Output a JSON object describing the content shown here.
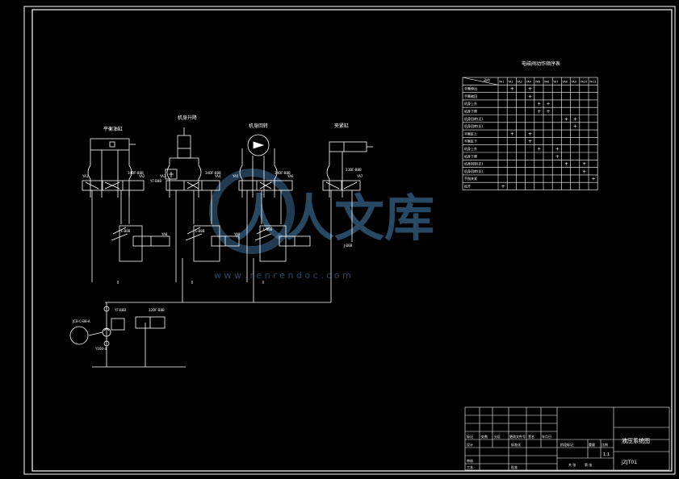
{
  "sheet": {
    "title": "液压系统图",
    "code": "JZJT01",
    "scale": "1:1",
    "watermark_big": "人人文库",
    "watermark_url": "w w w . r e n r e n d o c . c o m"
  },
  "components": {
    "c1_title": "平衡油缸",
    "c2_title": "机身升降",
    "c3_title": "机身回转",
    "c4_title": "夹紧缸",
    "ya_labels": [
      "YA1",
      "YA2",
      "YA3",
      "YA4",
      "YA5",
      "YA6",
      "YA7",
      "YA8",
      "YA9"
    ],
    "relief_left": "YF-B8B",
    "pump_label": "JCB-C-B8-A",
    "motor_label": "Y160-4",
    "throttle_1": "L-B8B",
    "throttle_2": "L-B8B",
    "throttle_3": "L-B8B",
    "valve_1": "34DF-B8B",
    "valve_2": "34DF-B8B",
    "valve_3": "34DF-B8B",
    "valve_4": "23DF-B8B",
    "clamp_label": "J-B8B",
    "main_valve": "22DF-B8B",
    "yf_main": "YF-B8B"
  },
  "table": {
    "title": "电磁阀动作顺序表",
    "corner": "动作",
    "columns": [
      "YA1",
      "YA2",
      "YA3",
      "YA4",
      "YA5",
      "YA6",
      "YA7",
      "YA8",
      "YA9",
      "YA10",
      "YA11"
    ],
    "rows": [
      {
        "label": "手臂伸出",
        "marks": [
          1,
          3
        ]
      },
      {
        "label": "手臂缩回",
        "marks": [
          3
        ]
      },
      {
        "label": "机身上升",
        "marks": [
          4,
          5
        ]
      },
      {
        "label": "机身下降",
        "marks": [
          4,
          5
        ]
      },
      {
        "label": "机身回转(正)",
        "marks": [
          7,
          8
        ]
      },
      {
        "label": "机身回转(反)",
        "marks": [
          8
        ]
      },
      {
        "label": "平衡缸上",
        "marks": [
          1,
          3
        ]
      },
      {
        "label": "平衡缸下",
        "marks": [
          3
        ]
      },
      {
        "label": "机身上升",
        "marks": [
          4,
          6
        ]
      },
      {
        "label": "机身下降",
        "marks": [
          6
        ]
      },
      {
        "label": "机身回转(正)",
        "marks": [
          7,
          9
        ]
      },
      {
        "label": "机身回转(反)",
        "marks": [
          9
        ]
      },
      {
        "label": "手指夹紧",
        "marks": [
          10
        ]
      },
      {
        "label": "松开",
        "marks": [
          0
        ]
      }
    ]
  },
  "titleblock": {
    "r1": [
      "标记",
      "处数",
      "分区",
      "更改文件号",
      "签名",
      "年月日"
    ],
    "r2": [
      "设计",
      "",
      "",
      "标准化"
    ],
    "r3": [
      "审核"
    ],
    "r4": [
      "工艺",
      "",
      "",
      "批准"
    ],
    "stage_labels": [
      "阶段标记",
      "重量",
      "比例"
    ],
    "sheet_info": [
      "共 张",
      "第 张"
    ]
  }
}
